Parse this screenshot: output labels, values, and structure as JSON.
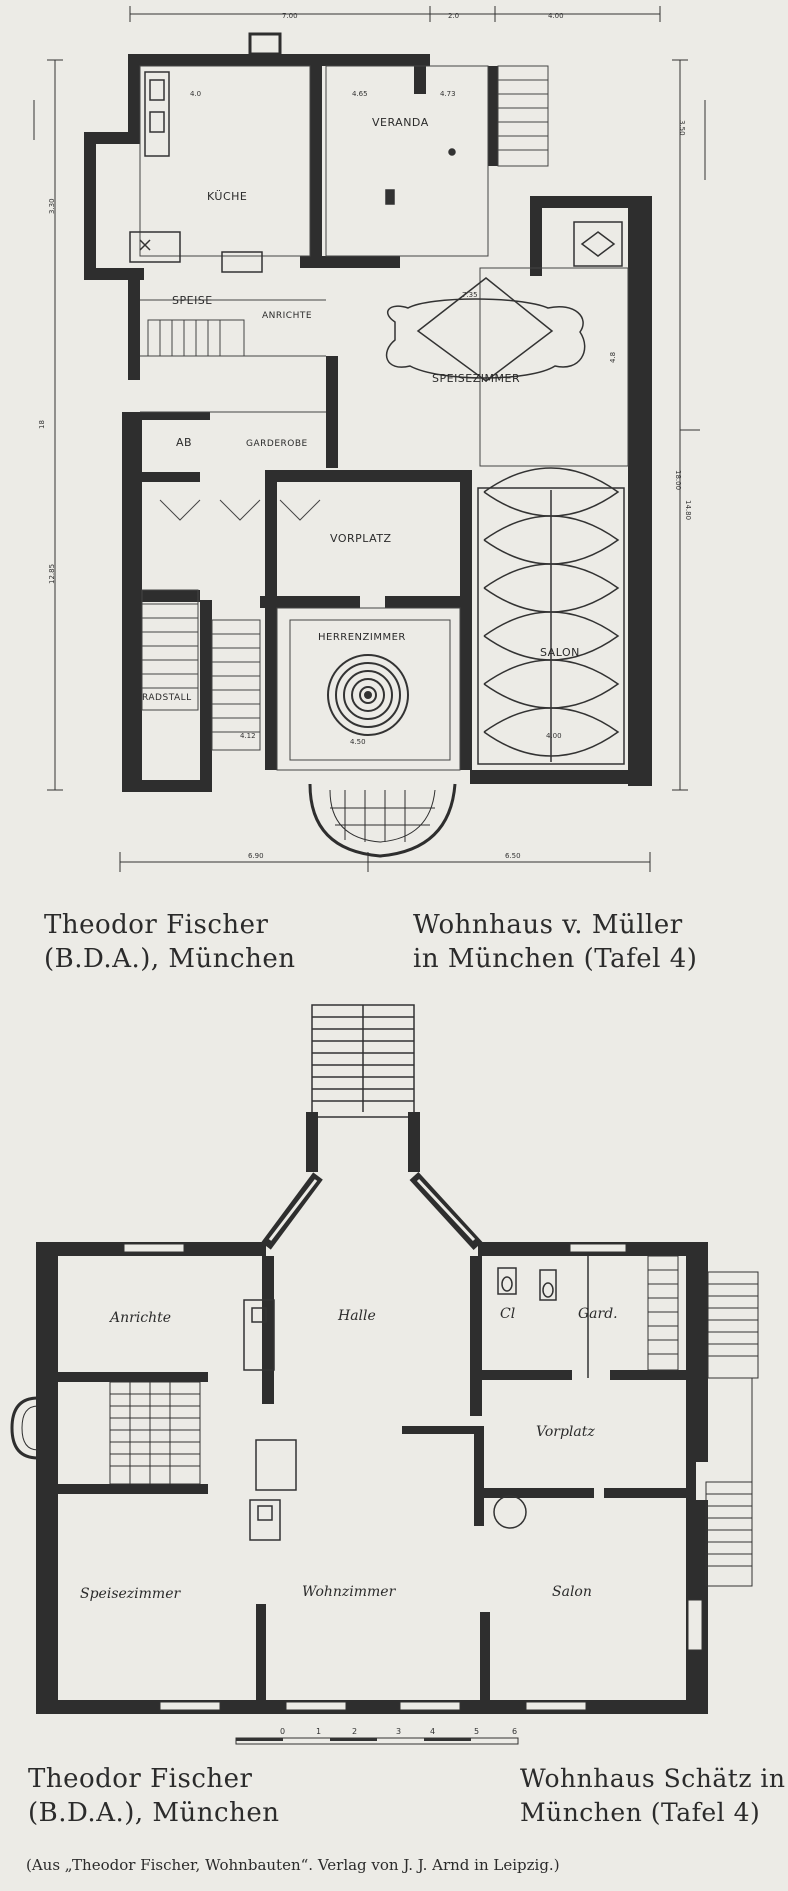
{
  "plan1": {
    "rooms": {
      "kueche": "KÜCHE",
      "veranda": "VERANDA",
      "speise": "SPEISE",
      "anrichte": "ANRICHTE",
      "speisezimmer": "SPEISEZIMMER",
      "ab": "AB",
      "garderobe": "GARDEROBE",
      "vorplatz": "VORPLATZ",
      "herrenzimmer": "HERRENZIMMER",
      "salon": "SALON",
      "radstall": "RADSTALL"
    },
    "dimensions": {
      "top_a": "7.00",
      "top_b": "2.0",
      "top_c": "4.00",
      "left_total": "18",
      "right_total": "18.00",
      "left_b": "12.85",
      "right_b": "14.80",
      "bottom_a": "6.90",
      "bottom_b": "6.50",
      "d1": "4.0",
      "d2": "4.65",
      "d3": "4.73",
      "d4": "7.35",
      "d5": "4.8",
      "d6": "4.50",
      "d7": "4.00",
      "d8": "4.12",
      "d9": "3.30",
      "d10": "3.50"
    },
    "caption_left": [
      "Theodor Fischer",
      "(B.D.A.), München"
    ],
    "caption_right": [
      "Wohnhaus v. Müller",
      "in München (Tafel 4)"
    ]
  },
  "plan2": {
    "rooms": {
      "anrichte": "Anrichte",
      "halle": "Halle",
      "cl": "Cl",
      "gard": "Gard.",
      "vorplatz": "Vorplatz",
      "speisezimmer": "Speisezimmer",
      "wohnzimmer": "Wohnzimmer",
      "salon": "Salon"
    },
    "scale_labels": [
      "0",
      "1",
      "2",
      "3",
      "4",
      "5",
      "6"
    ],
    "caption_left": [
      "Theodor Fischer",
      "(B.D.A.), München"
    ],
    "caption_right": [
      "Wohnhaus Schätz in",
      "München (Tafel 4)"
    ]
  },
  "source": "(Aus „Theodor Fischer, Wohnbauten“. Verlag von J. J. Arnd in Leipzig.)"
}
